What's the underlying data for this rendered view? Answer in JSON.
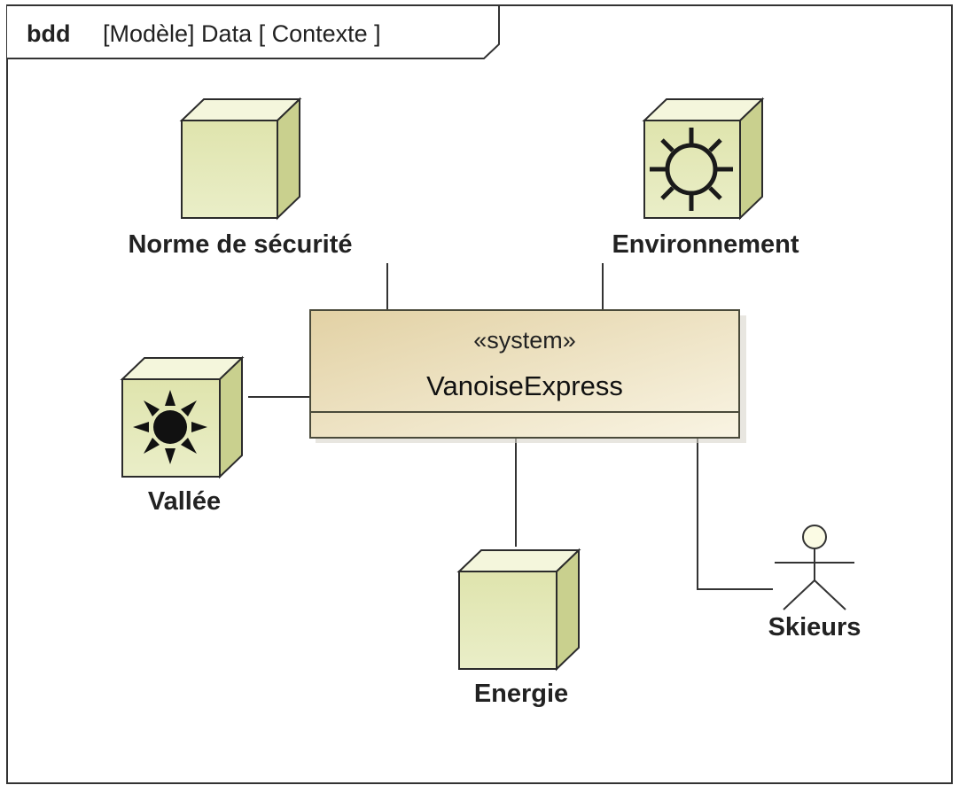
{
  "frame": {
    "kind": "bdd",
    "qualifier": "[Modèle] Data [ Contexte ]"
  },
  "system": {
    "stereotype": "«system»",
    "name": "VanoiseExpress"
  },
  "blocks": {
    "norme": "Norme de sécurité",
    "environnement": "Environnement",
    "vallee": "Vallée",
    "energie": "Energie",
    "skieurs": "Skieurs"
  },
  "icons": {
    "environnement": "sun-outline-icon",
    "vallee": "sun-filled-icon",
    "skieurs": "actor-stick-figure-icon"
  },
  "colors": {
    "block_front": "#e2e6b6",
    "block_top": "#f4f6dc",
    "block_side": "#c9d08e",
    "system_fill_a": "#e5d6ae",
    "system_fill_b": "#f7f1de",
    "outline": "#2b2b2b",
    "line": "#333333"
  }
}
